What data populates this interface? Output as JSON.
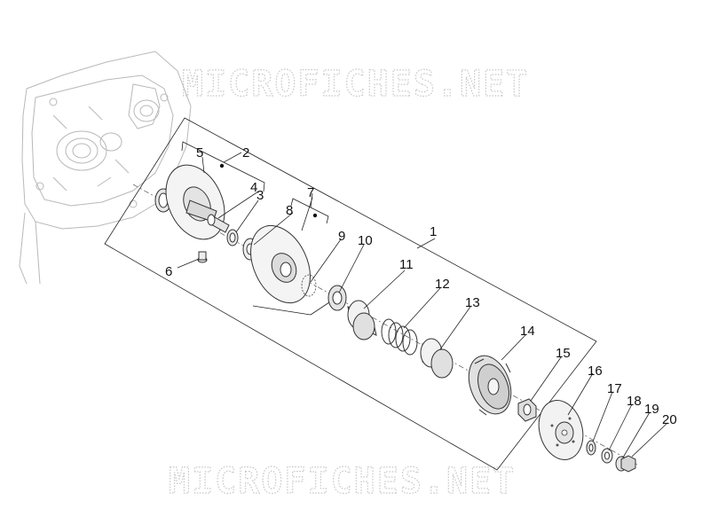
{
  "watermark": {
    "top": "MICROFICHES.NET",
    "bottom": "MICROFICHES.NET"
  },
  "callouts": [
    {
      "id": "1",
      "label": "1"
    },
    {
      "id": "2",
      "label": "2"
    },
    {
      "id": "3",
      "label": "3"
    },
    {
      "id": "4",
      "label": "4"
    },
    {
      "id": "5",
      "label": "5"
    },
    {
      "id": "6",
      "label": "6"
    },
    {
      "id": "7",
      "label": "7"
    },
    {
      "id": "8",
      "label": "8"
    },
    {
      "id": "9",
      "label": "9"
    },
    {
      "id": "10",
      "label": "10"
    },
    {
      "id": "11",
      "label": "11"
    },
    {
      "id": "12",
      "label": "12"
    },
    {
      "id": "13",
      "label": "13"
    },
    {
      "id": "14",
      "label": "14"
    },
    {
      "id": "15",
      "label": "15"
    },
    {
      "id": "16",
      "label": "16"
    },
    {
      "id": "17",
      "label": "17"
    },
    {
      "id": "18",
      "label": "18"
    },
    {
      "id": "19",
      "label": "19"
    },
    {
      "id": "20",
      "label": "20"
    }
  ]
}
